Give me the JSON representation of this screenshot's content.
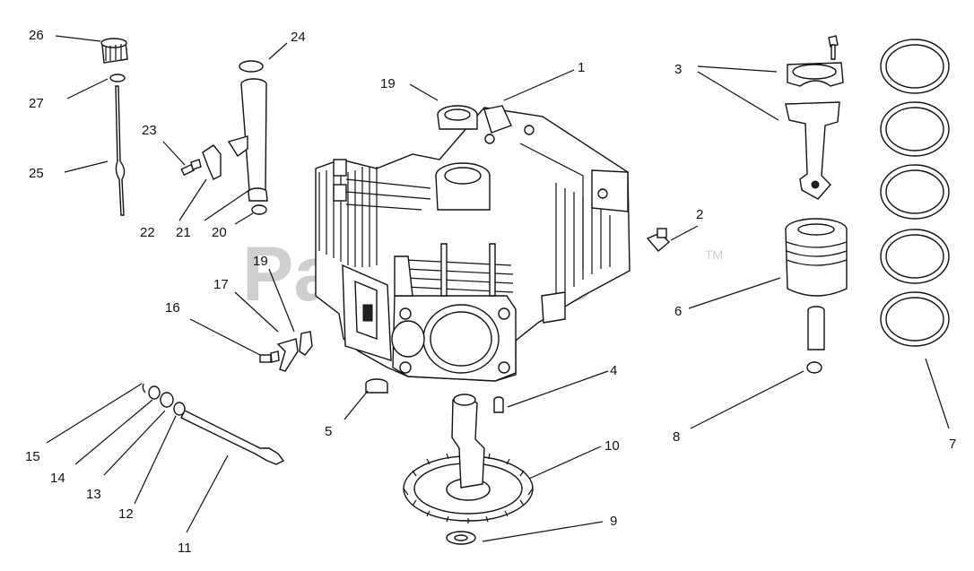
{
  "watermark": {
    "text": "PartsTree",
    "tm": "TM"
  },
  "callouts": [
    {
      "id": "c1",
      "label": "1"
    },
    {
      "id": "c2",
      "label": "2"
    },
    {
      "id": "c3",
      "label": "3"
    },
    {
      "id": "c4",
      "label": "4"
    },
    {
      "id": "c5",
      "label": "5"
    },
    {
      "id": "c6",
      "label": "6"
    },
    {
      "id": "c7",
      "label": "7"
    },
    {
      "id": "c8",
      "label": "8"
    },
    {
      "id": "c9",
      "label": "9"
    },
    {
      "id": "c10",
      "label": "10"
    },
    {
      "id": "c11",
      "label": "11"
    },
    {
      "id": "c12",
      "label": "12"
    },
    {
      "id": "c13",
      "label": "13"
    },
    {
      "id": "c14",
      "label": "14"
    },
    {
      "id": "c15",
      "label": "15"
    },
    {
      "id": "c16",
      "label": "16"
    },
    {
      "id": "c17",
      "label": "17"
    },
    {
      "id": "c19a",
      "label": "19"
    },
    {
      "id": "c19b",
      "label": "19"
    },
    {
      "id": "c20",
      "label": "20"
    },
    {
      "id": "c21",
      "label": "21"
    },
    {
      "id": "c22",
      "label": "22"
    },
    {
      "id": "c23",
      "label": "23"
    },
    {
      "id": "c24",
      "label": "24"
    },
    {
      "id": "c25",
      "label": "25"
    },
    {
      "id": "c26",
      "label": "26"
    },
    {
      "id": "c27",
      "label": "27"
    }
  ]
}
